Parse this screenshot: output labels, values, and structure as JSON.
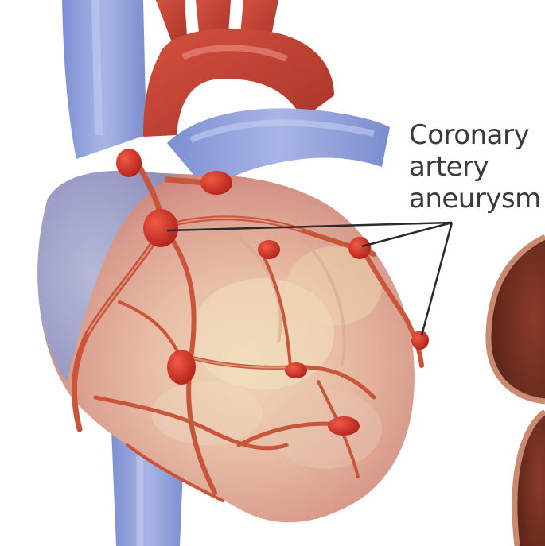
{
  "label": {
    "lines": [
      "Coronary",
      "artery",
      "aneurysm"
    ]
  },
  "colors": {
    "background": "#fefefe",
    "label_text": "#3a3a3a",
    "vein_blue": "#8f9fd8",
    "aorta_red": "#c8473a",
    "muscle_pink": "#e9b6a8",
    "vessel_red": "#c9553b",
    "aneurysm_red": "#d8322a",
    "pointer_line": "#2a2a2a"
  }
}
